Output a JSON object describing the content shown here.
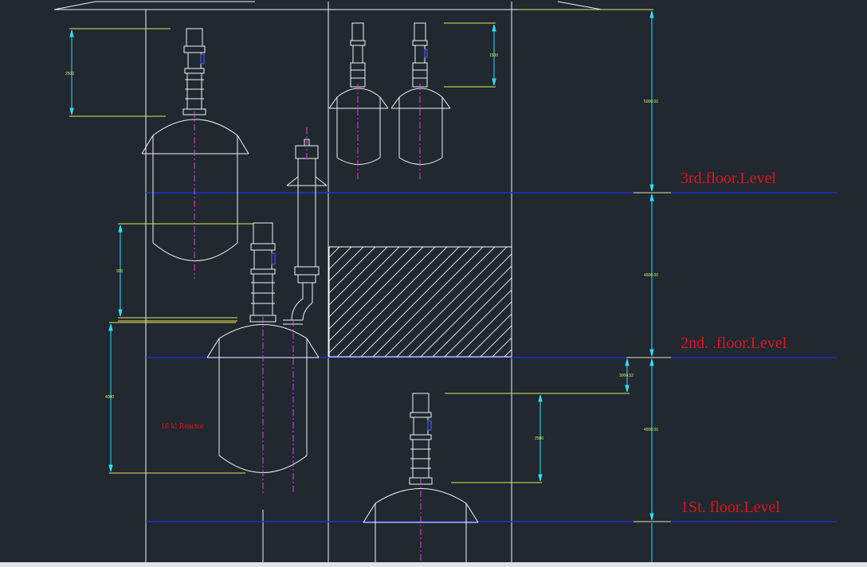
{
  "colors": {
    "background": "#212830",
    "outline": "#f2f2f2",
    "floor_line": "#1c2fd6",
    "centerline": "#e040e0",
    "dimension_leader": "#e6e65a",
    "dimension_arrow": "#28e0ff",
    "label": "#e0141e",
    "hatch_border": "#ffffff"
  },
  "floor_levels": [
    {
      "id": "third",
      "label": "3rd.floor.Level"
    },
    {
      "id": "second",
      "label": "2nd.   .floor.Level"
    },
    {
      "id": "first",
      "label": "1St.    floor.Level"
    }
  ],
  "dimensions": {
    "top_left_reactor": "2500",
    "top_mid_reactors": "1500",
    "left_middle": "900",
    "left_big_reactor": "4000",
    "right_top_floor": "5000.00",
    "right_mid_floor": "4500.00",
    "right_bottom_floor": "4500.00",
    "small_gap": "3000.52",
    "bottom_reactor": "2500"
  },
  "labels": {
    "reactor": "18 kl Reactor"
  }
}
